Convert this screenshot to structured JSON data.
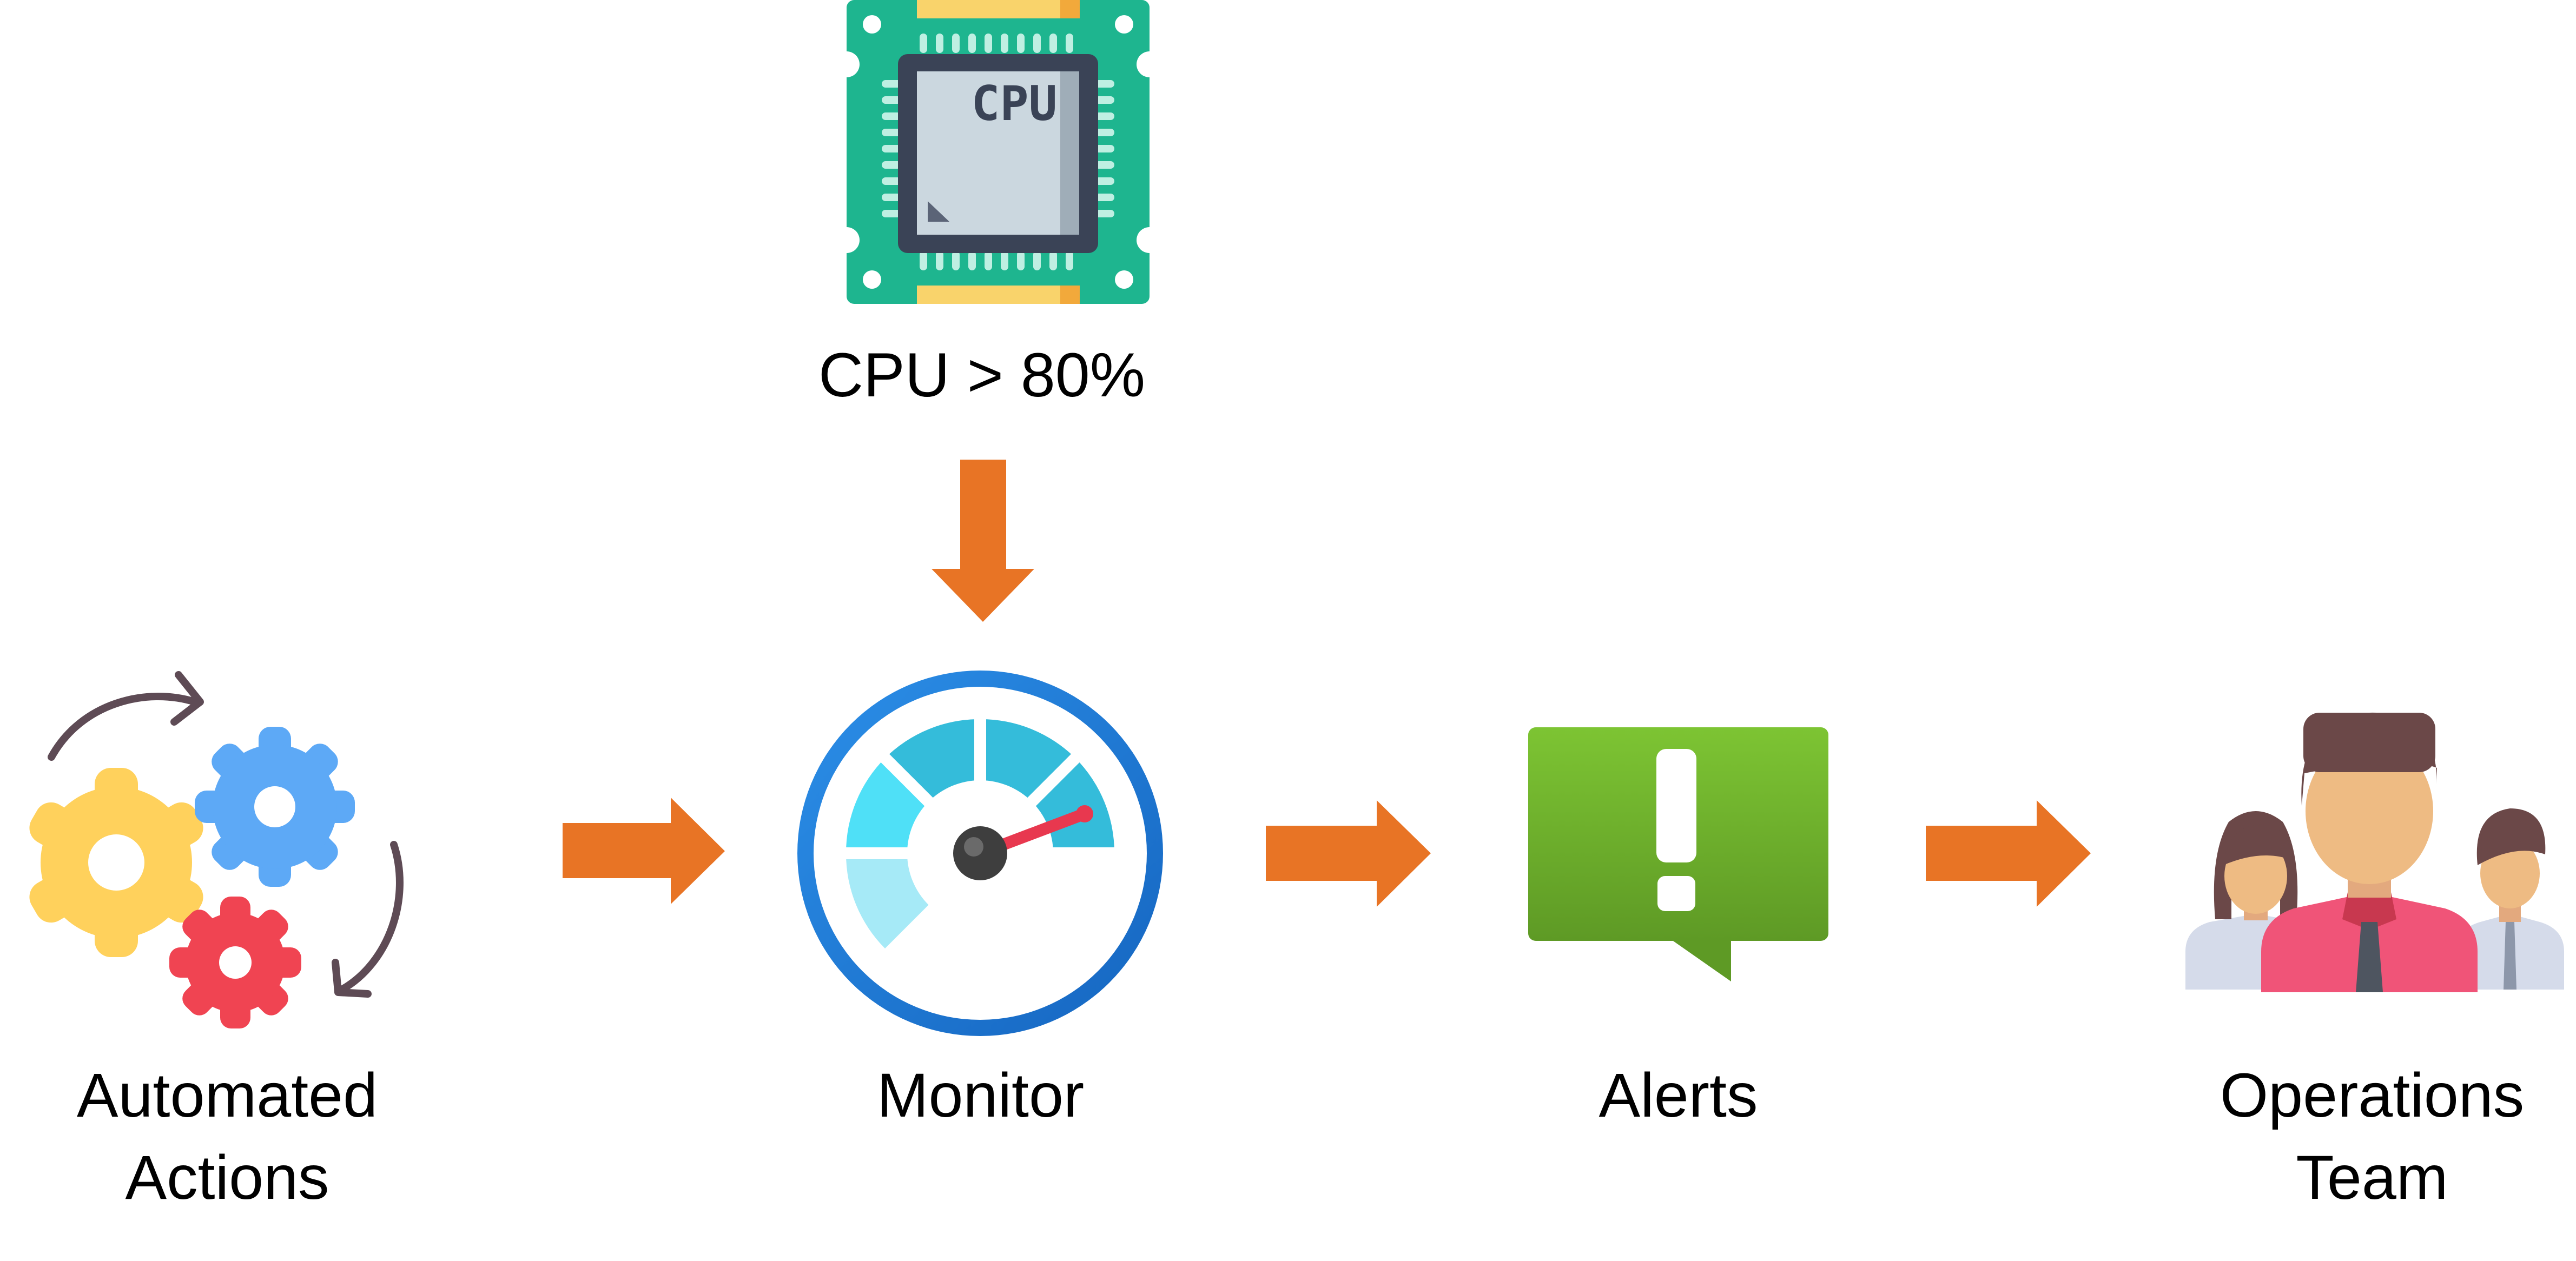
{
  "diagram": {
    "trigger_label": "CPU > 80%",
    "nodes": [
      {
        "id": "automated-actions",
        "label_lines": [
          "Automated",
          "Actions"
        ]
      },
      {
        "id": "monitor",
        "label_lines": [
          "Monitor"
        ]
      },
      {
        "id": "alerts",
        "label_lines": [
          "Alerts"
        ]
      },
      {
        "id": "operations-team",
        "label_lines": [
          "Operations",
          "Team"
        ]
      }
    ],
    "cpu_chip_text": "CPU"
  },
  "colors": {
    "arrow": "#E87425",
    "chip_board": "#1EB58F",
    "alert_green": "#6AAE2C",
    "gauge_blue": "#1E7FD6",
    "gauge_segment": "#34BCDA",
    "needle": "#E8384F",
    "gear_yellow": "#FFD15C",
    "gear_blue": "#5DA9F6",
    "gear_red": "#F04452"
  }
}
